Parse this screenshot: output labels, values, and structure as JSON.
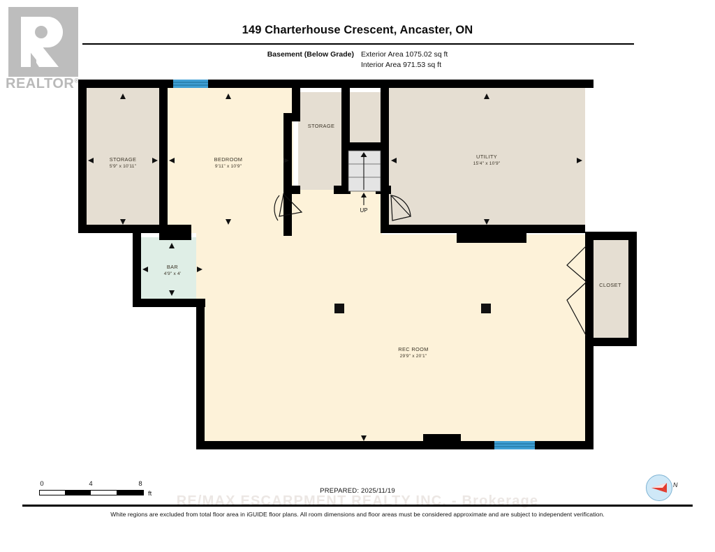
{
  "logo": {
    "brand": "REALTOR",
    "registered": "®"
  },
  "header": {
    "title": "149 Charterhouse Crescent, Ancaster, ON",
    "level_label": "Basement (Below Grade)",
    "exterior_area": "Exterior Area 1075.02 sq ft",
    "interior_area": "Interior Area 971.53 sq ft"
  },
  "floorplan": {
    "rooms": [
      {
        "name": "STORAGE",
        "dim": "5'9\" x 10'11\""
      },
      {
        "name": "BEDROOM",
        "dim": "9'11\" x 10'9\""
      },
      {
        "name": "STORAGE",
        "dim": ""
      },
      {
        "name": "UTILITY",
        "dim": "15'4\" x 10'9\""
      },
      {
        "name": "BAR",
        "dim": "4'9\" x 4'"
      },
      {
        "name": "REC ROOM",
        "dim": "29'9\" x 20'1\""
      },
      {
        "name": "CLOSET",
        "dim": ""
      }
    ],
    "stairs_label": "UP",
    "colors": {
      "wall": "#000000",
      "interior_living": "#fdf2d9",
      "interior_neutral": "#e5ded2",
      "interior_bar": "#dfeee6",
      "window": "#3f9fd4",
      "stair_fill": "#e4e4e4"
    }
  },
  "footer": {
    "scale_ticks": [
      "0",
      "4",
      "8"
    ],
    "scale_unit": "ft",
    "prepared": "PREPARED: 2025/11/19",
    "compass_label": "N",
    "watermark": "RE/MAX ESCARPMENT REALTY INC. - Brokerage",
    "disclaimer": "White regions are excluded from total floor area in iGUIDE floor plans. All room dimensions and floor areas must be considered approximate and are subject to independent verification."
  }
}
